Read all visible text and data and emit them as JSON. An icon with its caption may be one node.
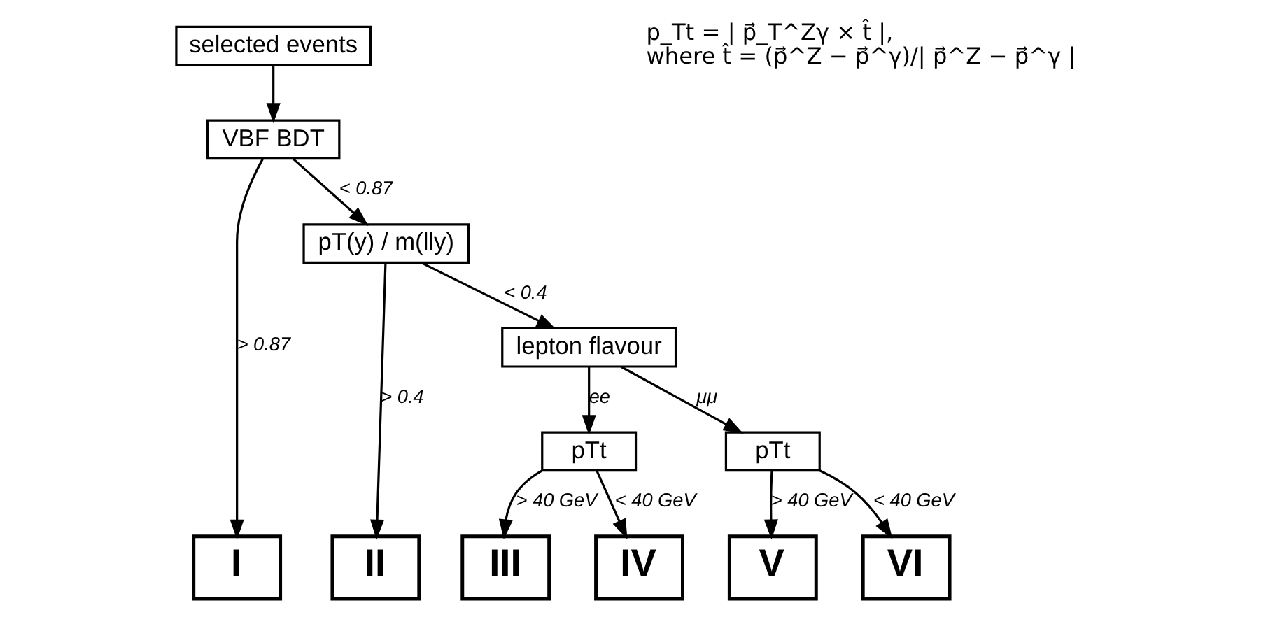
{
  "diagram": {
    "nodes": [
      {
        "text": [
          "selected events"
        ]
      },
      {
        "text": [
          "VBF BDT"
        ]
      },
      {
        "text": [
          "pT(y) / m(lly)"
        ]
      },
      {
        "text": [
          "lepton flavour"
        ]
      },
      {
        "text": [
          "pTt"
        ]
      },
      {
        "text": [
          "pTt"
        ]
      },
      {
        "text": [
          "I"
        ]
      },
      {
        "text": [
          "II"
        ]
      },
      {
        "text": [
          "III"
        ]
      },
      {
        "text": [
          "IV"
        ]
      },
      {
        "text": [
          "V"
        ]
      },
      {
        "text": [
          "VI"
        ]
      }
    ],
    "edges": [
      {
        "from": 0,
        "to": 1,
        "arrow": "to"
      },
      {
        "from": 1,
        "to": 6,
        "arrow": "to",
        "label": "> 0.87"
      },
      {
        "from": 1,
        "to": 2,
        "arrow": "to",
        "label": "< 0.87"
      },
      {
        "from": 2,
        "to": 7,
        "arrow": "to",
        "label": "> 0.4"
      },
      {
        "from": 2,
        "to": 3,
        "arrow": "to",
        "label": "< 0.4"
      },
      {
        "from": 3,
        "to": 4,
        "arrow": "to",
        "label": "ee"
      },
      {
        "from": 3,
        "to": 5,
        "arrow": "to",
        "label": "μμ"
      },
      {
        "from": 4,
        "to": 8,
        "arrow": "to",
        "label": "> 40 GeV"
      },
      {
        "from": 4,
        "to": 9,
        "arrow": "to",
        "label": "< 40 GeV"
      },
      {
        "from": 5,
        "to": 10,
        "arrow": "to",
        "label": "> 40 GeV"
      },
      {
        "from": 5,
        "to": 11,
        "arrow": "to",
        "label": "< 40 GeV"
      }
    ],
    "labels": [
      "p_Tt = | p⃗_T^Zγ × t̂ |,",
      "where t̂ = (p⃗^Z − p⃗^γ)/| p⃗^Z − p⃗^γ |"
    ]
  }
}
